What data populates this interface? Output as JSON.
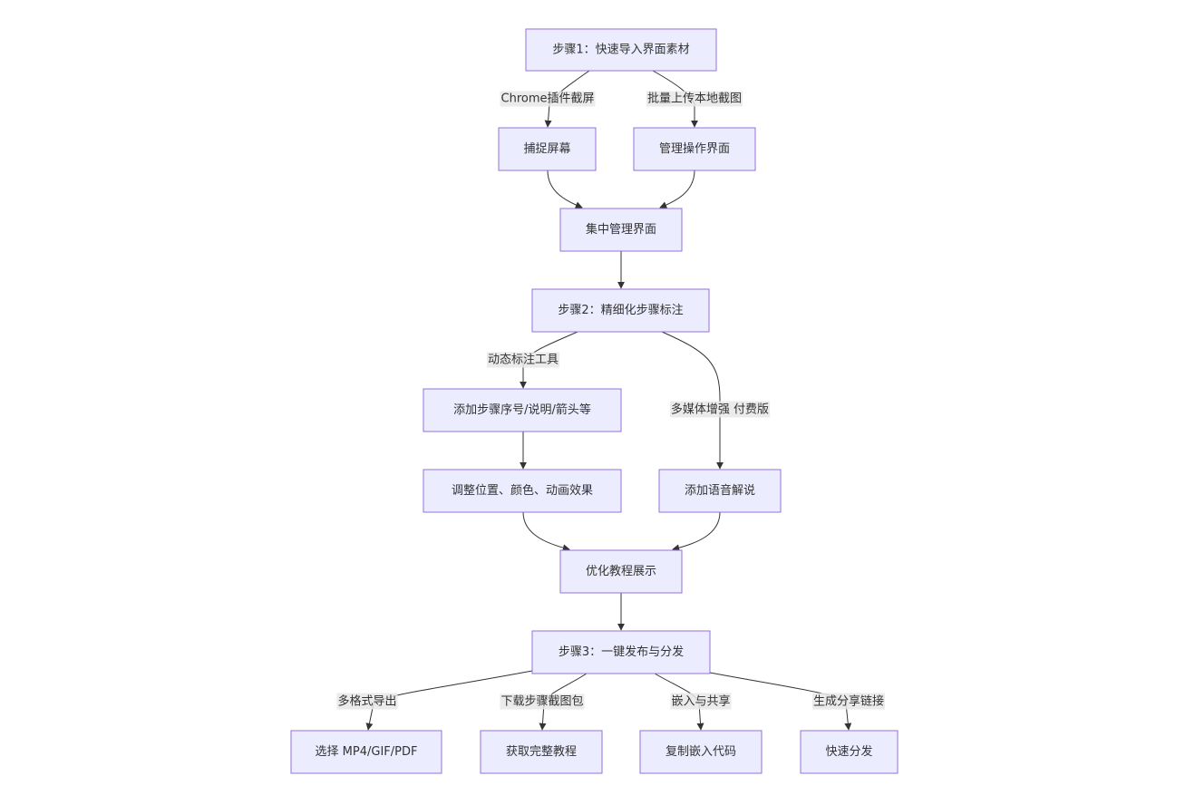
{
  "nodes": [
    {
      "id": "step1",
      "label": "步骤1：快速导入界面素材"
    },
    {
      "id": "capture",
      "label": "捕捉屏幕"
    },
    {
      "id": "manage_ui",
      "label": "管理操作界面"
    },
    {
      "id": "central",
      "label": "集中管理界面"
    },
    {
      "id": "step2",
      "label": "步骤2：精细化步骤标注"
    },
    {
      "id": "add_steps",
      "label": "添加步骤序号/说明/箭头等"
    },
    {
      "id": "adjust",
      "label": "调整位置、颜色、动画效果"
    },
    {
      "id": "voice",
      "label": "添加语音解说"
    },
    {
      "id": "optimize",
      "label": "优化教程展示"
    },
    {
      "id": "step3",
      "label": "步骤3：一键发布与分发"
    },
    {
      "id": "choose_fmt",
      "label": "选择 MP4/GIF/PDF"
    },
    {
      "id": "get_full",
      "label": "获取完整教程"
    },
    {
      "id": "copy_embed",
      "label": "复制嵌入代码"
    },
    {
      "id": "fast_share",
      "label": "快速分发"
    }
  ],
  "edges": [
    {
      "id": "e1",
      "from": "step1",
      "to": "capture",
      "label": "Chrome插件截屏"
    },
    {
      "id": "e2",
      "from": "step1",
      "to": "manage_ui",
      "label": "批量上传本地截图"
    },
    {
      "id": "e3",
      "from": "capture",
      "to": "central",
      "label": ""
    },
    {
      "id": "e4",
      "from": "manage_ui",
      "to": "central",
      "label": ""
    },
    {
      "id": "e5",
      "from": "central",
      "to": "step2",
      "label": ""
    },
    {
      "id": "e6",
      "from": "step2",
      "to": "add_steps",
      "label": "动态标注工具"
    },
    {
      "id": "e7",
      "from": "step2",
      "to": "voice",
      "label": "多媒体增强 付费版"
    },
    {
      "id": "e8",
      "from": "add_steps",
      "to": "adjust",
      "label": ""
    },
    {
      "id": "e9",
      "from": "adjust",
      "to": "optimize",
      "label": ""
    },
    {
      "id": "e10",
      "from": "voice",
      "to": "optimize",
      "label": ""
    },
    {
      "id": "e11",
      "from": "optimize",
      "to": "step3",
      "label": ""
    },
    {
      "id": "e12",
      "from": "step3",
      "to": "choose_fmt",
      "label": "多格式导出"
    },
    {
      "id": "e13",
      "from": "step3",
      "to": "get_full",
      "label": "下载步骤截图包"
    },
    {
      "id": "e14",
      "from": "step3",
      "to": "copy_embed",
      "label": "嵌入与共享"
    },
    {
      "id": "e15",
      "from": "step3",
      "to": "fast_share",
      "label": "生成分享链接"
    }
  ]
}
